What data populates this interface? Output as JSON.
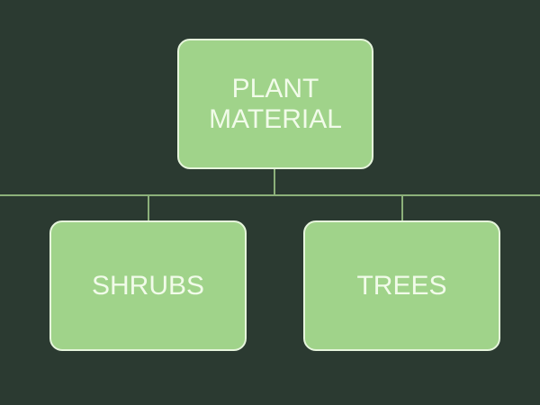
{
  "diagram": {
    "type": "org-chart",
    "colors": {
      "background": "#2b3a31",
      "node_fill": "#a0d38a",
      "node_border": "#e6f5dc",
      "node_text": "#f1fbe9",
      "connector": "#8cb07a"
    },
    "root": {
      "label": "PLANT\nMATERIAL"
    },
    "children": [
      {
        "label": "SHRUBS"
      },
      {
        "label": "TREES"
      }
    ]
  }
}
